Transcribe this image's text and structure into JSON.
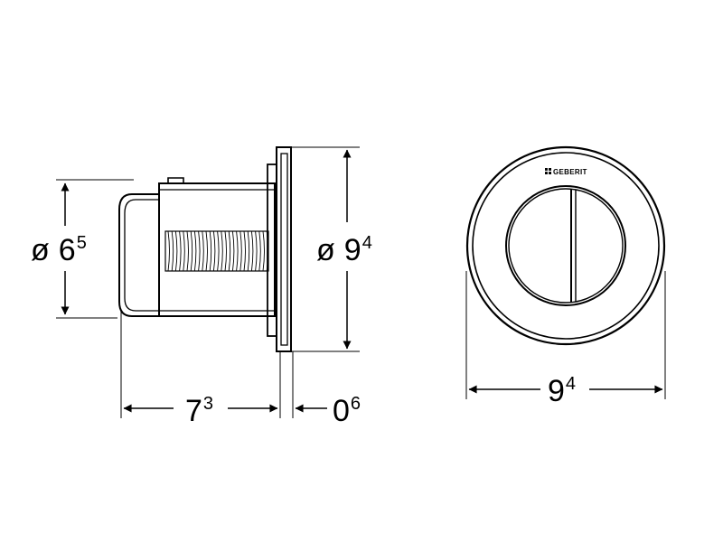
{
  "side_view": {
    "dimensions": {
      "inner_diameter": {
        "symbol": "ø",
        "value": "6",
        "superscript": "5"
      },
      "outer_diameter": {
        "symbol": "ø",
        "value": "9",
        "superscript": "4"
      },
      "depth": {
        "value": "7",
        "superscript": "3"
      },
      "plate_thickness": {
        "value": "0",
        "superscript": "6"
      }
    }
  },
  "front_view": {
    "brand_logo": "GEBERIT",
    "dimensions": {
      "diameter": {
        "value": "9",
        "superscript": "4"
      }
    }
  },
  "colors": {
    "line": "#000000",
    "background": "#ffffff"
  }
}
